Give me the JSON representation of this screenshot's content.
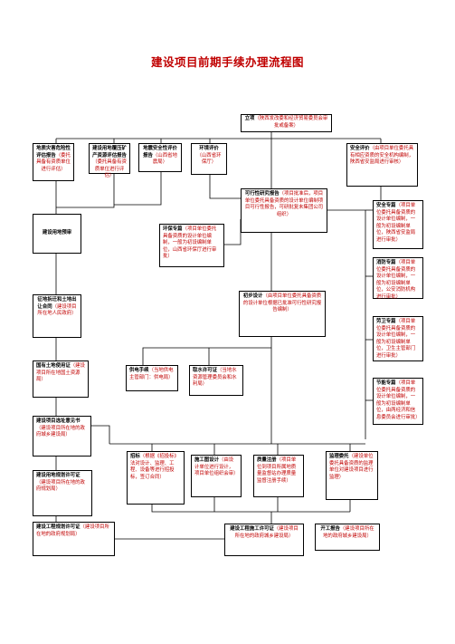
{
  "title": "建设项目前期手续办理流程图",
  "boxes": {
    "lixiang": {
      "head": "立项",
      "body": "（陕西发改委和经济贸易委员会审批或备案）"
    },
    "dizhi": {
      "head": "地质灾害危险性评估报告",
      "body": "（委托具备有资质单位进行评估）"
    },
    "yadi": {
      "head": "建设用地覆压矿产资源评估报告",
      "body": "（委托具备有资质单位进行评估）"
    },
    "dizhen": {
      "head": "地震安全性评价报告",
      "body": "（山西省地震局）"
    },
    "huanping": {
      "head": "环境评价",
      "body": "（山西省环保厅）"
    },
    "anquan": {
      "head": "安全评价",
      "body": "（由项目单位委托具有相应资质的安全机构编制，陕西省安监局进行审核）"
    },
    "kexing": {
      "head": "可行性研究报告",
      "body": "（项目批准后，项目单位委托具备资质的设计单位编制项目可行性报告，可研批复未集团公司组织）"
    },
    "anquanzx": {
      "head": "安全专篇",
      "body": "（项目单位委托具备资质的设计单位编制，一般为初设编制单位，陕西省安监局进行审批）"
    },
    "yushen": {
      "head": "建设用地预审",
      "body": ""
    },
    "huanbao": {
      "head": "环保专篇",
      "body": "（项目单位委托具备资质的设计单位编制，一般为初设编制单位，山西省环保厅进行审批）"
    },
    "xiaofang": {
      "head": "消防专篇",
      "body": "（项目单位委托具备资质的设计单位编制，一般为初设编制单位，公安消防机构进行审批）"
    },
    "zhengdi": {
      "head": "征地拆迁和土地出让合同",
      "body": "（建设项目所在地人民政府）"
    },
    "chushe": {
      "head": "初步设计",
      "body": "（由项目单位委托具备资质的设计单位根据已批准可行性研究报告编制）"
    },
    "laowei": {
      "head": "劳卫专篇",
      "body": "（项目单位委托具备资质的设计单位编制，一般为初设编制单位，卫生主管部门进行审批）"
    },
    "guotu": {
      "head": "国有土地使用证",
      "body": "（建设项目所在地国土资源局）"
    },
    "gongdian": {
      "head": "供电手续",
      "body": "（当地供电主管部门：供电局）"
    },
    "qushui": {
      "head": "取水许可证",
      "body": "（当地水资源管理委员会和水利局）"
    },
    "jieneng": {
      "head": "节能专篇",
      "body": "（项目单位委托具备资质的设计单位编制，一般为初设编制单位，由两经济和信息委员会进行审批）"
    },
    "xuanzhi": {
      "head": "建设项目选址意见书",
      "body": "（建设项目所在地的政府城乡建设局）"
    },
    "zhaobiao": {
      "head": "招标",
      "body": "（根据《招投标》法对设计、监理、工程、设备等进行招投标，签订合同）"
    },
    "shitu": {
      "head": "施工图设计",
      "body": "（由设计单位进行设计，项目单位组织会审）"
    },
    "zhiliang": {
      "head": "质量注册",
      "body": "（项目单位到项目所属地质量监督站办理质量监督注册手续）"
    },
    "jianli": {
      "head": "监理委托",
      "body": "（建设单位委托具备资质的监理单位对建设项目进行监理）"
    },
    "guihuaxuke": {
      "head": "建设用地规划许可证",
      "body": "（建设项目所在地的政府规划局）"
    },
    "gongchengxuke": {
      "head": "建设工程规划许可证",
      "body": "（建设项目所在地的政府规划局）"
    },
    "shigongxuke": {
      "head": "建设工程施工许可证",
      "body": "（建设项目所在地的政府城乡建设局）"
    },
    "kaigong": {
      "head": "开工报告",
      "body": "（建设项目所在地的政府城乡建设局）"
    }
  }
}
